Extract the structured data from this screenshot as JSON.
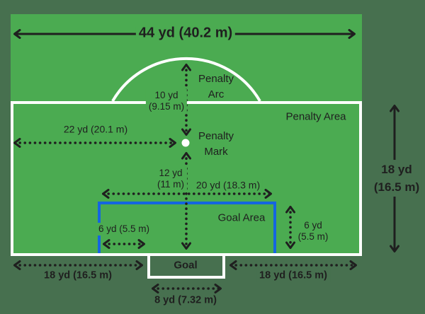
{
  "title": "Soccer penalty area dimensions diagram",
  "colors": {
    "background": "#47704F",
    "field_green": "#4BAB51",
    "line_white": "#FFFFFF",
    "goal_area_blue": "#1565E0",
    "ink": "#1F1F1F"
  },
  "labels": {
    "field_width": "44 yd (40.2 m)",
    "penalty_arc": {
      "line1": "Penalty",
      "line2": "Arc"
    },
    "penalty_area": "Penalty Area",
    "arc_radius": {
      "line1": "10 yd",
      "line2": "(9.15 m)"
    },
    "mark_distance": "22 yd (20.1 m)",
    "penalty_mark": {
      "line1": "Penalty",
      "line2": "Mark"
    },
    "mark_to_goal": {
      "line1": "12 yd",
      "line2": "(11 m)"
    },
    "goal_area_width": "20 yd (18.3 m)",
    "goal_area": "Goal Area",
    "goal_area_side": "6 yd (5.5 m)",
    "goal_area_depth": {
      "line1": "6 yd",
      "line2": "(5.5 m)"
    },
    "penalty_depth": {
      "line1": "18 yd",
      "line2": "(16.5 m)"
    },
    "penalty_depth_bottom_left": "18 yd (16.5 m)",
    "penalty_depth_bottom_right": "18 yd (16.5 m)",
    "goal": "Goal",
    "goal_width": "8 yd (7.32 m)"
  }
}
